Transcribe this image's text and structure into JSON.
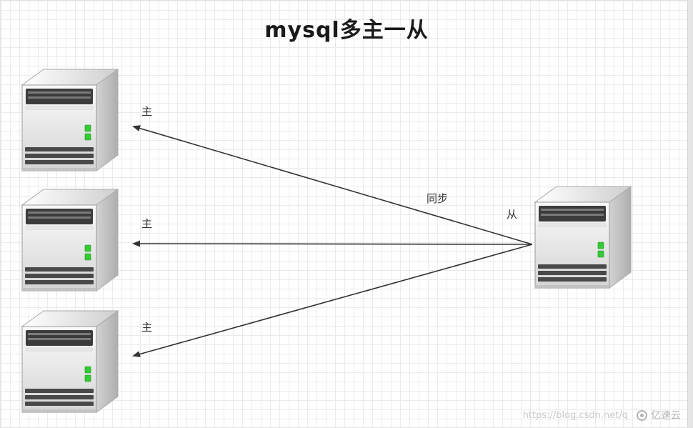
{
  "title": "mysql多主一从",
  "diagram": {
    "masters": [
      {
        "label": "主"
      },
      {
        "label": "主"
      },
      {
        "label": "主"
      }
    ],
    "slave": {
      "label": "从"
    },
    "sync_label": "同步"
  },
  "watermark": {
    "url_text": "https://blog.csdn.net/q",
    "brand": "亿速云"
  },
  "colors": {
    "led_green": "#33cc33",
    "arrow": "#333333",
    "grid": "#ebebeb",
    "title_text": "#1a1a1a",
    "label_text": "#333333",
    "watermark_text": "#c9c9c9"
  }
}
